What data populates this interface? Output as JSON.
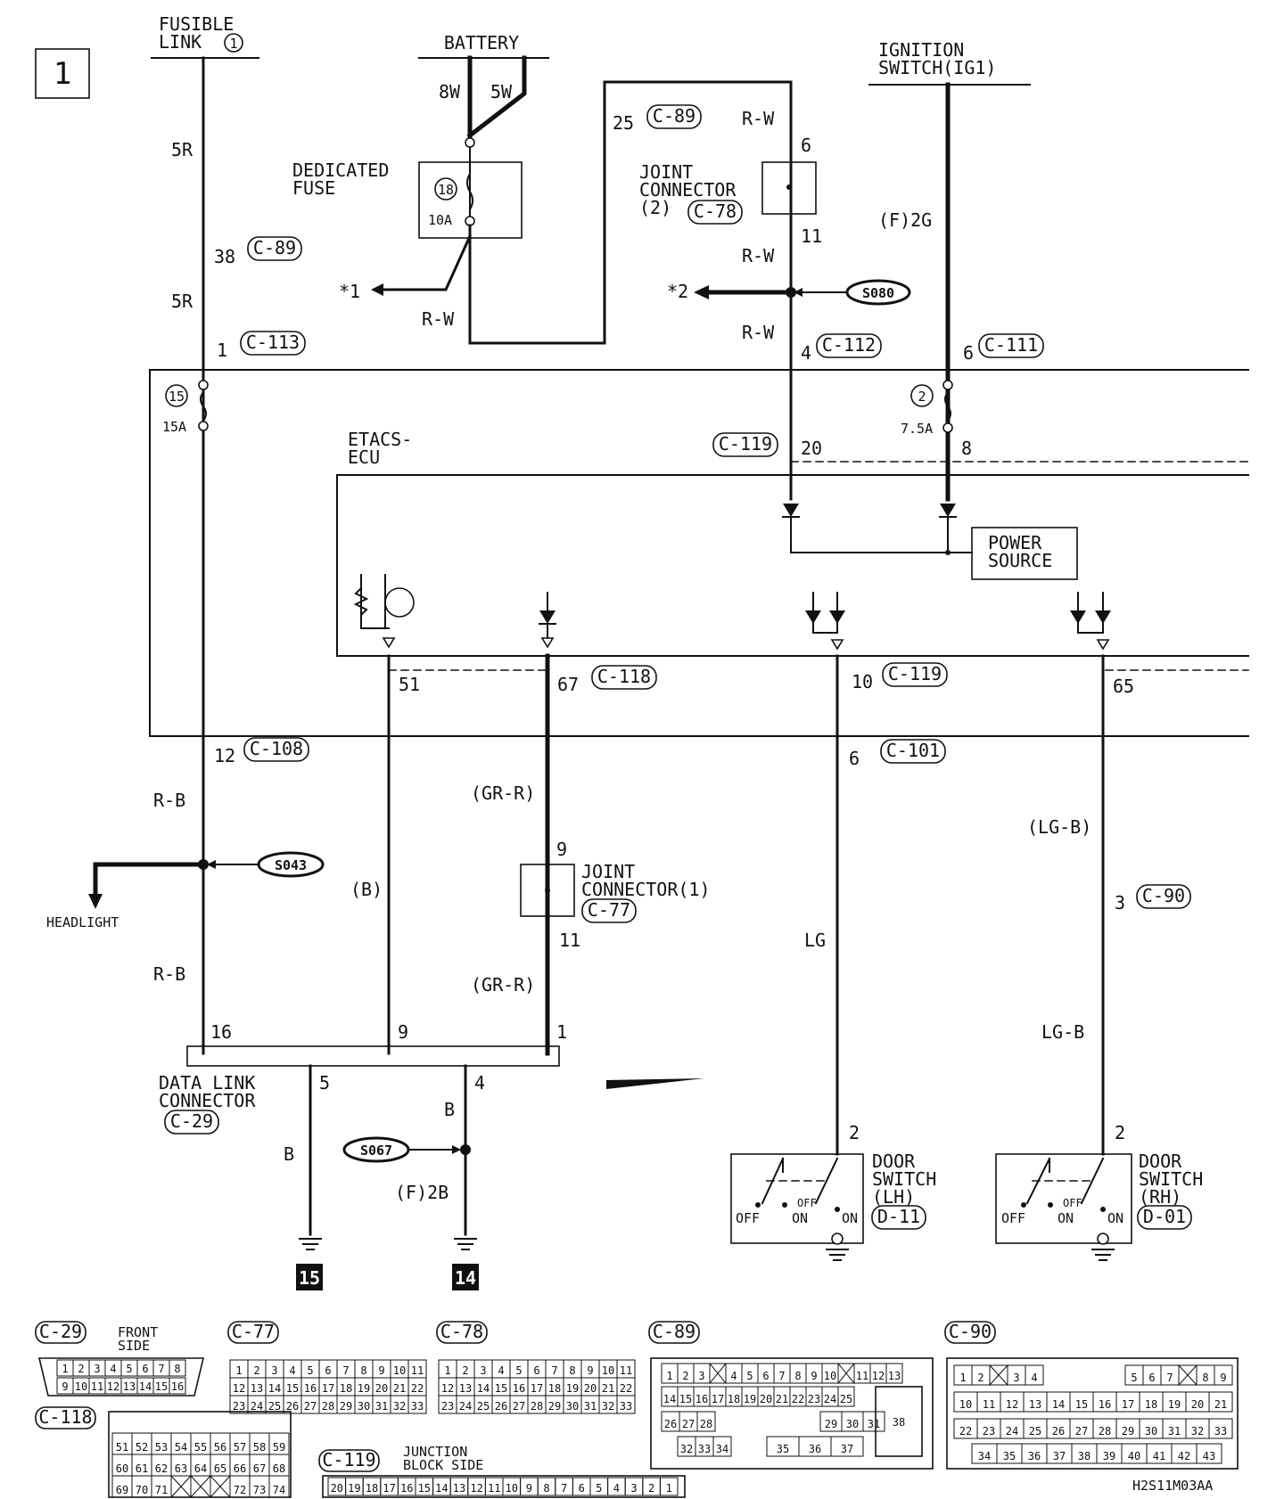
{
  "page_number": "1",
  "drawing_id": "H2S11M03AA",
  "sources": {
    "fusible_link": "FUSIBLE\nLINK",
    "fusible_link_no": "1",
    "battery": "BATTERY",
    "ignition_switch": "IGNITION\nSWITCH(IG1)"
  },
  "components": {
    "dedicated_fuse": "DEDICATED\nFUSE",
    "dedicated_fuse_no": "18",
    "dedicated_fuse_rating": "10A",
    "joint_connector_2": "JOINT\nCONNECTOR\n(2)",
    "joint_connector_1": "JOINT\nCONNECTOR(1)",
    "etacs_ecu": "ETACS-\nECU",
    "power_source": "POWER\nSOURCE",
    "fuse_15_no": "15",
    "fuse_15_rating": "15A",
    "fuse_2_no": "2",
    "fuse_2_rating": "7.5A",
    "data_link_connector": "DATA LINK\nCONNECTOR",
    "door_switch_lh": "DOOR\nSWITCH\n(LH)",
    "door_switch_rh": "DOOR\nSWITCH\n(RH)",
    "headlight": "HEADLIGHT",
    "off": "OFF",
    "on": "ON",
    "ground_15": "15",
    "ground_14": "14"
  },
  "wire_colors": {
    "w8": "8W",
    "w5": "5W",
    "r5a": "5R",
    "r5b": "5R",
    "rw1": "R-W",
    "rw2": "R-W",
    "rw3": "R-W",
    "rw4": "R-W",
    "f2g": "(F)2G",
    "rb1": "R-B",
    "rb2": "R-B",
    "b_paren": "(B)",
    "grr1": "(GR-R)",
    "grr2": "(GR-R)",
    "lg": "LG",
    "lgb_paren": "(LG-B)",
    "lgb": "LG-B",
    "b1": "B",
    "b2": "B",
    "f2b": "(F)2B"
  },
  "pins": {
    "p38": "38",
    "p25": "25",
    "p6a": "6",
    "p11a": "11",
    "p1a": "1",
    "p4": "4",
    "p6b": "6",
    "p20": "20",
    "p8": "8",
    "p51": "51",
    "p67": "67",
    "p10": "10",
    "p65": "65",
    "p12": "12",
    "p6c": "6",
    "p9a": "9",
    "p11b": "11",
    "p3": "3",
    "p16": "16",
    "p9b": "9",
    "p1b": "1",
    "p5": "5",
    "p4b": "4",
    "p2a": "2",
    "p2b": "2"
  },
  "connector_tags": {
    "c89a": "C-89",
    "c89b": "C-89",
    "c78": "C-78",
    "c113": "C-113",
    "c112": "C-112",
    "c111": "C-111",
    "c119a": "C-119",
    "c118": "C-118",
    "c119b": "C-119",
    "c108": "C-108",
    "c101": "C-101",
    "c77": "C-77",
    "c90": "C-90",
    "c29": "C-29",
    "d11": "D-11",
    "d01": "D-01"
  },
  "splices": {
    "s080": "S080",
    "s043": "S043",
    "s067": "S067",
    "ref1": "*1",
    "ref2": "*2"
  },
  "connector_views": {
    "c29": {
      "tag": "C-29",
      "caption": "FRONT\nSIDE",
      "row1": [
        "1",
        "2",
        "3",
        "4",
        "5",
        "6",
        "7",
        "8"
      ],
      "row2": [
        "9",
        "10",
        "11",
        "12",
        "13",
        "14",
        "15",
        "16"
      ]
    },
    "c77": {
      "tag": "C-77",
      "row1": [
        "1",
        "2",
        "3",
        "4",
        "5",
        "6",
        "7",
        "8",
        "9",
        "10",
        "11"
      ],
      "row2": [
        "12",
        "13",
        "14",
        "15",
        "16",
        "17",
        "18",
        "19",
        "20",
        "21",
        "22"
      ],
      "row3": [
        "23",
        "24",
        "25",
        "26",
        "27",
        "28",
        "29",
        "30",
        "31",
        "32",
        "33"
      ]
    },
    "c78": {
      "tag": "C-78",
      "row1": [
        "1",
        "2",
        "3",
        "4",
        "5",
        "6",
        "7",
        "8",
        "9",
        "10",
        "11"
      ],
      "row2": [
        "12",
        "13",
        "14",
        "15",
        "16",
        "17",
        "18",
        "19",
        "20",
        "21",
        "22"
      ],
      "row3": [
        "23",
        "24",
        "25",
        "26",
        "27",
        "28",
        "29",
        "30",
        "31",
        "32",
        "33"
      ]
    },
    "c89": {
      "tag": "C-89",
      "row1": [
        "1",
        "2",
        "3",
        "",
        "4",
        "5",
        "6",
        "7",
        "8",
        "9",
        "10",
        "",
        "11",
        "12",
        "13"
      ],
      "row2": [
        "14",
        "15",
        "16",
        "17",
        "18",
        "19",
        "20",
        "21",
        "22",
        "23",
        "24",
        "25"
      ],
      "row3": [
        "26",
        "27",
        "28",
        "29",
        "30",
        "31"
      ],
      "row4": [
        "32",
        "33",
        "34",
        "35",
        "36",
        "37"
      ],
      "big": "38"
    },
    "c90": {
      "tag": "C-90",
      "row1": [
        "1",
        "2",
        "",
        "3",
        "4",
        "5",
        "6",
        "7",
        "",
        "8",
        "9"
      ],
      "row2": [
        "10",
        "11",
        "12",
        "13",
        "14",
        "15",
        "16",
        "17",
        "18",
        "19",
        "20",
        "21"
      ],
      "row3": [
        "22",
        "23",
        "24",
        "25",
        "26",
        "27",
        "28",
        "29",
        "30",
        "31",
        "32",
        "33"
      ],
      "row4": [
        "34",
        "35",
        "36",
        "37",
        "38",
        "39",
        "40",
        "41",
        "42",
        "43"
      ]
    },
    "c118": {
      "tag": "C-118",
      "row1": [
        "51",
        "52",
        "53",
        "54",
        "55",
        "56",
        "57",
        "58",
        "59"
      ],
      "row2": [
        "60",
        "61",
        "62",
        "63",
        "64",
        "65",
        "66",
        "67",
        "68"
      ],
      "row3": [
        "69",
        "70",
        "71",
        "",
        "",
        "",
        "72",
        "73",
        "74"
      ]
    },
    "c119": {
      "tag": "C-119",
      "caption": "JUNCTION\nBLOCK SIDE",
      "row1": [
        "20",
        "19",
        "18",
        "17",
        "16",
        "15",
        "14",
        "13",
        "12",
        "11",
        "10",
        "9",
        "8",
        "7",
        "6",
        "5",
        "4",
        "3",
        "2",
        "1"
      ]
    }
  }
}
